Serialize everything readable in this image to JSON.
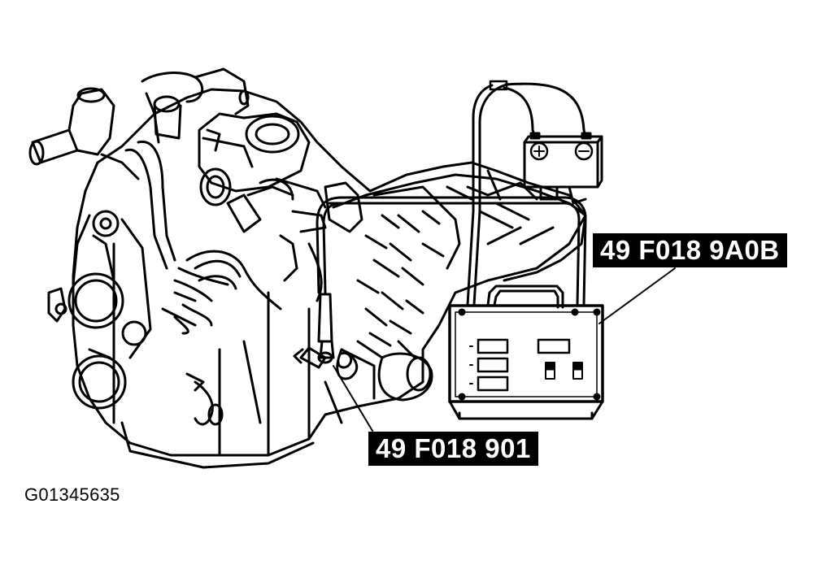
{
  "callouts": {
    "tester": "49 F018 9A0B",
    "adapter": "49 F018 901"
  },
  "battery": {
    "positive_symbol": "⊕",
    "negative_symbol": "⊖"
  },
  "figure_id": "G01345635",
  "colors": {
    "line": "#000000",
    "background": "#ffffff",
    "label_background": "#000000",
    "label_text": "#ffffff"
  }
}
